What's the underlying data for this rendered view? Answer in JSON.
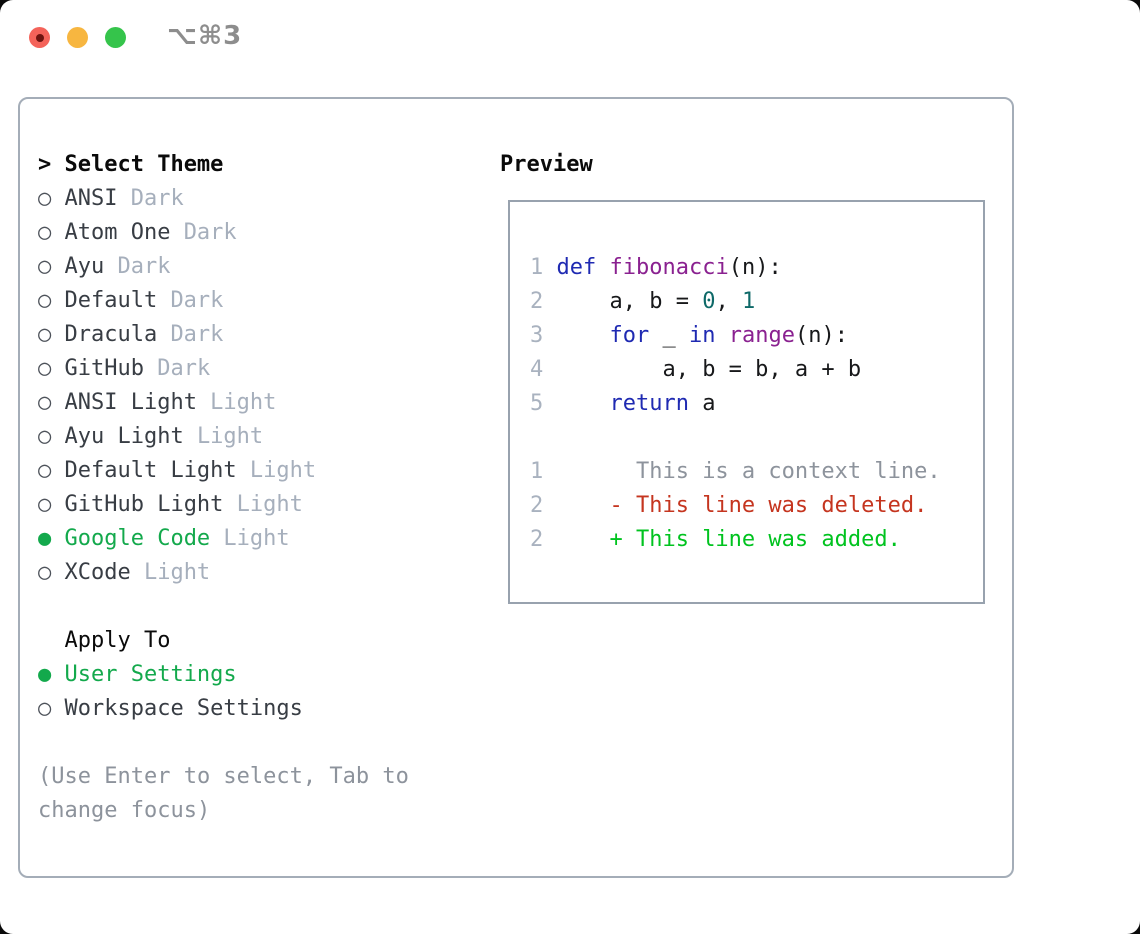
{
  "window": {
    "title": "⌥⌘3",
    "traffic_lights": [
      "close",
      "minimize",
      "zoom"
    ]
  },
  "theme_list": {
    "cursor": ">",
    "title": "Select Theme",
    "items": [
      {
        "bullet": "○",
        "name": "ANSI",
        "variant": "Dark",
        "selected": false
      },
      {
        "bullet": "○",
        "name": "Atom One",
        "variant": "Dark",
        "selected": false
      },
      {
        "bullet": "○",
        "name": "Ayu",
        "variant": "Dark",
        "selected": false
      },
      {
        "bullet": "○",
        "name": "Default",
        "variant": "Dark",
        "selected": false
      },
      {
        "bullet": "○",
        "name": "Dracula",
        "variant": "Dark",
        "selected": false
      },
      {
        "bullet": "○",
        "name": "GitHub",
        "variant": "Dark",
        "selected": false
      },
      {
        "bullet": "○",
        "name": "ANSI Light",
        "variant": "Light",
        "selected": false
      },
      {
        "bullet": "○",
        "name": "Ayu Light",
        "variant": "Light",
        "selected": false
      },
      {
        "bullet": "○",
        "name": "Default Light",
        "variant": "Light",
        "selected": false
      },
      {
        "bullet": "○",
        "name": "GitHub Light",
        "variant": "Light",
        "selected": false
      },
      {
        "bullet": "●",
        "name": "Google Code",
        "variant": "Light",
        "selected": true
      },
      {
        "bullet": "○",
        "name": "XCode",
        "variant": "Light",
        "selected": false
      }
    ]
  },
  "apply_to": {
    "title": "Apply To",
    "items": [
      {
        "bullet": "●",
        "label": "User Settings",
        "selected": true
      },
      {
        "bullet": "○",
        "label": "Workspace Settings",
        "selected": false
      }
    ]
  },
  "footer": {
    "lines": [
      "(Use Enter to select, Tab to",
      "change focus)"
    ]
  },
  "preview": {
    "title": "Preview",
    "lines": [
      {
        "tokens": [
          [
            "ln",
            "1 "
          ],
          [
            "kw",
            "def"
          ],
          [
            "pl",
            " "
          ],
          [
            "fn",
            "fibonacci"
          ],
          [
            "pl",
            "(n):"
          ]
        ]
      },
      {
        "tokens": [
          [
            "ln",
            "2 "
          ],
          [
            "pl",
            "    a, b = "
          ],
          [
            "nm",
            "0"
          ],
          [
            "pl",
            ", "
          ],
          [
            "nm",
            "1"
          ]
        ]
      },
      {
        "tokens": [
          [
            "ln",
            "3 "
          ],
          [
            "pl",
            "    "
          ],
          [
            "kw",
            "for"
          ],
          [
            "pl",
            " _ "
          ],
          [
            "kw",
            "in"
          ],
          [
            "pl",
            " "
          ],
          [
            "fn",
            "range"
          ],
          [
            "pl",
            "(n):"
          ]
        ]
      },
      {
        "tokens": [
          [
            "ln",
            "4 "
          ],
          [
            "pl",
            "        a, b = b, a + b"
          ]
        ]
      },
      {
        "tokens": [
          [
            "ln",
            "5 "
          ],
          [
            "pl",
            "    "
          ],
          [
            "kw",
            "return"
          ],
          [
            "pl",
            " a"
          ]
        ]
      },
      {
        "tokens": []
      },
      {
        "tokens": [
          [
            "ln",
            "1"
          ],
          [
            "ctx",
            "       This is a context line."
          ]
        ]
      },
      {
        "tokens": [
          [
            "ln",
            "2"
          ],
          [
            "del",
            "     - This line was deleted."
          ]
        ]
      },
      {
        "tokens": [
          [
            "ln",
            "2"
          ],
          [
            "add",
            "     + This line was added."
          ]
        ]
      }
    ]
  },
  "colors": {
    "selection_green": "#13a94c",
    "added_green": "#00c31f",
    "deleted_red": "#c5351f",
    "keyword_blue": "#1f2ab2",
    "function_purple": "#8a2190",
    "number_teal": "#0e6968",
    "line_number_gray": "#a9b2bf",
    "context_gray": "#8d939c",
    "variant_gray": "#a6afbc",
    "item_text": "#383d44",
    "panel_border": "#a4adb8",
    "preview_border": "#98a2ae",
    "traffic_red": "#f4635a",
    "traffic_yellow": "#f7b640",
    "traffic_green": "#35c44b",
    "title_gray": "#8d8d8d"
  }
}
